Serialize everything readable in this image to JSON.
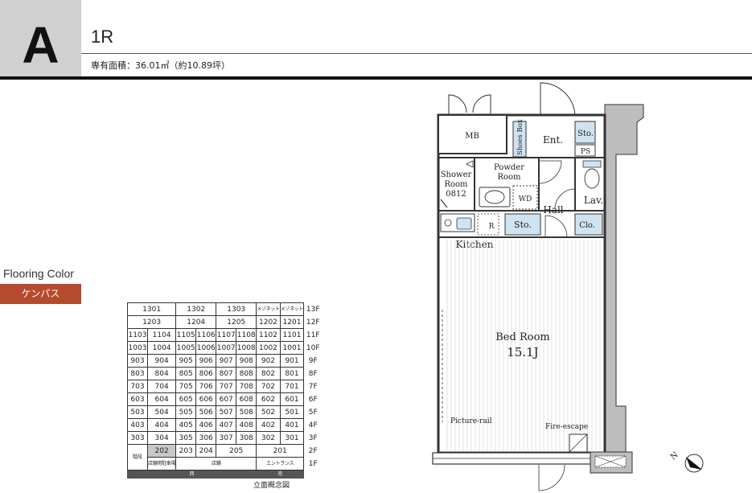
{
  "header": {
    "type_letter": "A",
    "plan_type": "1R",
    "area_text": "専有面積：36.01㎡（約10.89坪）"
  },
  "flooring": {
    "label": "Flooring Color",
    "value": "ケンパス",
    "color": "#b44a2e"
  },
  "elevation": {
    "caption": "立面概念図",
    "rows": [
      {
        "floor": "13F",
        "cells": [
          {
            "t": "1301",
            "span": 2
          },
          {
            "t": "1302",
            "span": 2
          },
          {
            "t": "1303",
            "span": 2
          },
          {
            "t": "メゾネット",
            "small": true
          },
          {
            "t": "メゾネット",
            "small": true
          }
        ]
      },
      {
        "floor": "12F",
        "cells": [
          {
            "t": "1203",
            "span": 2
          },
          {
            "t": "1204",
            "span": 2
          },
          {
            "t": "1205",
            "span": 2
          },
          {
            "t": "1202"
          },
          {
            "t": "1201"
          }
        ]
      },
      {
        "floor": "11F",
        "cells": [
          {
            "t": "1103"
          },
          {
            "t": "1104"
          },
          {
            "t": "1105"
          },
          {
            "t": "1106"
          },
          {
            "t": "1107"
          },
          {
            "t": "1108"
          },
          {
            "t": "1102"
          },
          {
            "t": "1101"
          }
        ]
      },
      {
        "floor": "10F",
        "cells": [
          {
            "t": "1003"
          },
          {
            "t": "1004"
          },
          {
            "t": "1005"
          },
          {
            "t": "1006"
          },
          {
            "t": "1007"
          },
          {
            "t": "1008"
          },
          {
            "t": "1002"
          },
          {
            "t": "1001"
          }
        ]
      },
      {
        "floor": "9F",
        "cells": [
          {
            "t": "903"
          },
          {
            "t": "904"
          },
          {
            "t": "905"
          },
          {
            "t": "906"
          },
          {
            "t": "907"
          },
          {
            "t": "908"
          },
          {
            "t": "902"
          },
          {
            "t": "901"
          }
        ]
      },
      {
        "floor": "8F",
        "cells": [
          {
            "t": "803"
          },
          {
            "t": "804"
          },
          {
            "t": "805"
          },
          {
            "t": "806"
          },
          {
            "t": "807"
          },
          {
            "t": "808"
          },
          {
            "t": "802"
          },
          {
            "t": "801"
          }
        ]
      },
      {
        "floor": "7F",
        "cells": [
          {
            "t": "703"
          },
          {
            "t": "704"
          },
          {
            "t": "705"
          },
          {
            "t": "706"
          },
          {
            "t": "707"
          },
          {
            "t": "708"
          },
          {
            "t": "702"
          },
          {
            "t": "701"
          }
        ]
      },
      {
        "floor": "6F",
        "cells": [
          {
            "t": "603"
          },
          {
            "t": "604"
          },
          {
            "t": "605"
          },
          {
            "t": "606"
          },
          {
            "t": "607"
          },
          {
            "t": "608"
          },
          {
            "t": "602"
          },
          {
            "t": "601"
          }
        ]
      },
      {
        "floor": "5F",
        "cells": [
          {
            "t": "503"
          },
          {
            "t": "504"
          },
          {
            "t": "505"
          },
          {
            "t": "506"
          },
          {
            "t": "507"
          },
          {
            "t": "508"
          },
          {
            "t": "502"
          },
          {
            "t": "501"
          }
        ]
      },
      {
        "floor": "4F",
        "cells": [
          {
            "t": "403"
          },
          {
            "t": "404"
          },
          {
            "t": "405"
          },
          {
            "t": "406"
          },
          {
            "t": "407"
          },
          {
            "t": "408"
          },
          {
            "t": "402"
          },
          {
            "t": "401"
          }
        ]
      },
      {
        "floor": "3F",
        "cells": [
          {
            "t": "303"
          },
          {
            "t": "304"
          },
          {
            "t": "305"
          },
          {
            "t": "306"
          },
          {
            "t": "307"
          },
          {
            "t": "308"
          },
          {
            "t": "302"
          },
          {
            "t": "301"
          }
        ]
      },
      {
        "floor": "2F",
        "cells": [
          {
            "t": "階段",
            "vert": true,
            "rowspan": 2
          },
          {
            "t": "202",
            "grey": true
          },
          {
            "t": "203"
          },
          {
            "t": "204"
          },
          {
            "t": "205",
            "span": 2
          },
          {
            "t": "201",
            "span": 2
          }
        ]
      },
      {
        "floor": "1F",
        "cells": [
          {
            "t": "店舗用駐車場",
            "small": true
          },
          {
            "t": "店舗",
            "small": true,
            "span": 4
          },
          {
            "t": "エントランス",
            "small": true,
            "span": 2
          }
        ]
      }
    ],
    "directions": [
      {
        "t": "西",
        "span": 6
      },
      {
        "t": "南",
        "span": 2
      }
    ]
  },
  "plan": {
    "labels": {
      "mb": "MB",
      "shoes_box": "Shoes Box",
      "ent": "Ent.",
      "sto_top": "Sto.",
      "ps": "PS",
      "shower_room": [
        "Shower",
        "Room",
        "0812"
      ],
      "powder_room": [
        "Powder",
        "Room"
      ],
      "wd": "WD",
      "lav": "Lav.",
      "hall": "Hall",
      "r": "R",
      "sto_mid": "Sto.",
      "clo": "Clo.",
      "kitchen": "Kitchen",
      "bedroom": "Bed Room",
      "bedroom_size": "15.1J",
      "picture_rail": "Picture-rail",
      "fire_escape": "Fire-escape"
    },
    "colors": {
      "storage_fill": "#cfe3f0",
      "wall": "#333333",
      "outer_grey": "#bdbdbd"
    },
    "compass_icon": "north-arrow-icon",
    "compass_label": "N"
  }
}
